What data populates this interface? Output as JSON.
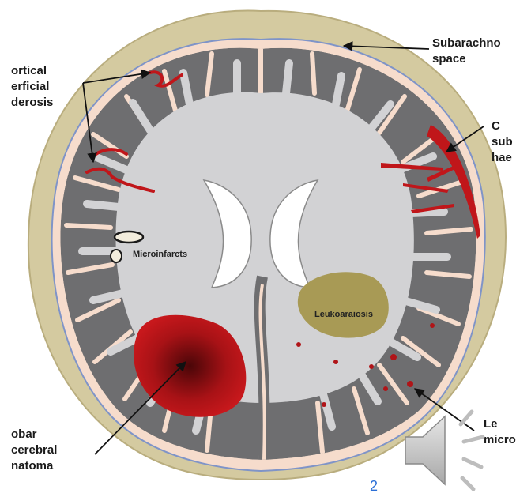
{
  "labels": {
    "top_left": "ortical\nerficial\nderosis",
    "top_right": "Subarachno\nspace",
    "right": "C\nsub\nhae",
    "microinfarcts": "Microinfarcts",
    "leukoaraiosis": "Leukoaraiosis",
    "bottom_left": "obar\ncerebral\nnatoma",
    "bottom_right": "Le\nmicro"
  },
  "page_number": "2",
  "icons": {
    "audio": "speaker-icon"
  },
  "colors": {
    "skull": "#d4caa0",
    "csf": "#f6dccc",
    "gray_matter": "#6e6e70",
    "white_matter": "#d2d2d4",
    "ventricle": "#ffffff",
    "hemorrhage": "#c0161a",
    "leukoaraiosis": "#a89a55"
  }
}
